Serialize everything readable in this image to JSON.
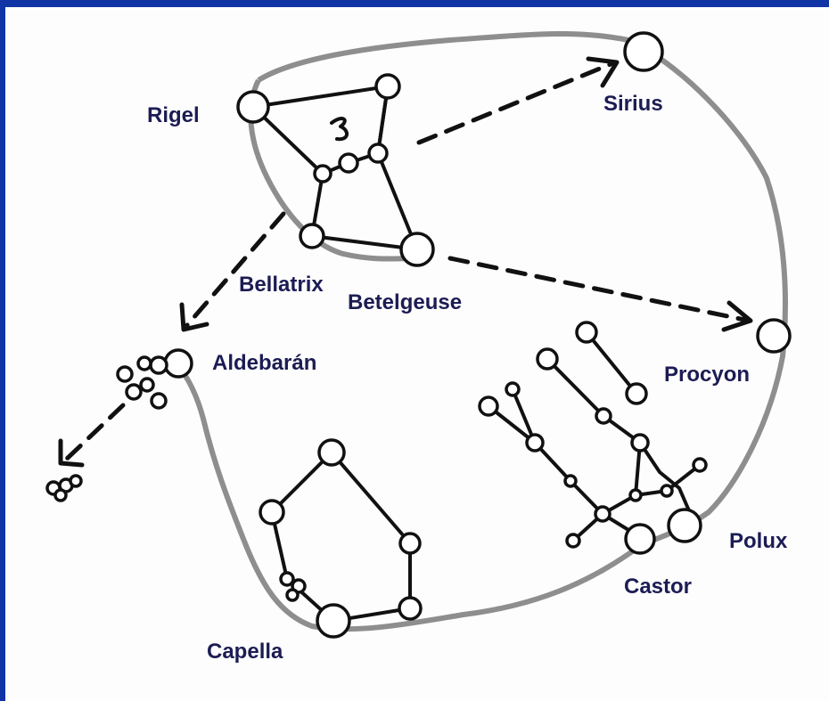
{
  "diagram": {
    "colors": {
      "border": "#1034a6",
      "background": "#fdfdfd",
      "label": "#1c1c54",
      "ink": "#111111",
      "hexagon_outline": "#8e8e8e"
    },
    "stars": {
      "rigel": "Rigel",
      "sirius": "Sirius",
      "bellatrix": "Bellatrix",
      "betelgeuse": "Betelgeuse",
      "aldebaran": "Aldebarán",
      "procyon": "Procyon",
      "capella": "Capella",
      "castor": "Castor",
      "polux": "Polux"
    }
  }
}
